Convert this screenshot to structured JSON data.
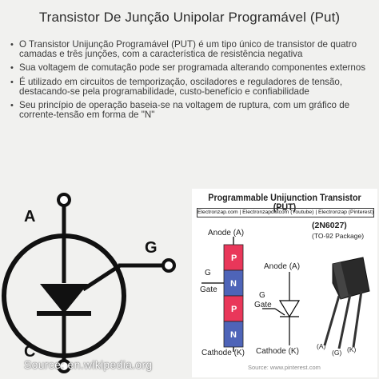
{
  "title": "Transistor De Junção Unipolar Programável (Put)",
  "bullets": [
    "O Transistor Unijunção Programável (PUT) é um tipo único de transistor de quatro camadas e três junções, com a característica de resistência negativa",
    "Sua voltagem de comutação pode ser programada alterando componentes externos",
    "É utilizado em circuitos de temporização, osciladores e reguladores de tensão, destacando-se pela programabilidade, custo-benefício e confiabilidade",
    "Seu princípio de operação baseia-se na voltagem de ruptura, com um gráfico de corrente-tensão em forma de \"N\""
  ],
  "left_figure": {
    "anode_label": "A",
    "gate_label": "G",
    "cathode_label": "C",
    "source": "Source: en.wikipedia.org"
  },
  "right_figure": {
    "title": "Programmable Unijunction Transistor (PUT)",
    "credit": "Electronzap.com | Electronzapdotcom (Youtube) | Electronzap (Pinterest)",
    "part_number": "(2N6027)",
    "package": "(TO-92 Package)",
    "layer_anode": "Anode (A)",
    "layer_gate_g": "G",
    "layer_gate": "Gate",
    "layer_cathode": "Cathode (K)",
    "layers": [
      "P",
      "N",
      "P",
      "N"
    ],
    "symbol_anode": "Anode (A)",
    "symbol_gate_g": "G",
    "symbol_gate": "Gate",
    "symbol_cathode": "Cathode (K)",
    "pin_a": "(A)",
    "pin_g": "(G)",
    "pin_k": "(K)",
    "source": "Source: www.pinterest.com"
  }
}
